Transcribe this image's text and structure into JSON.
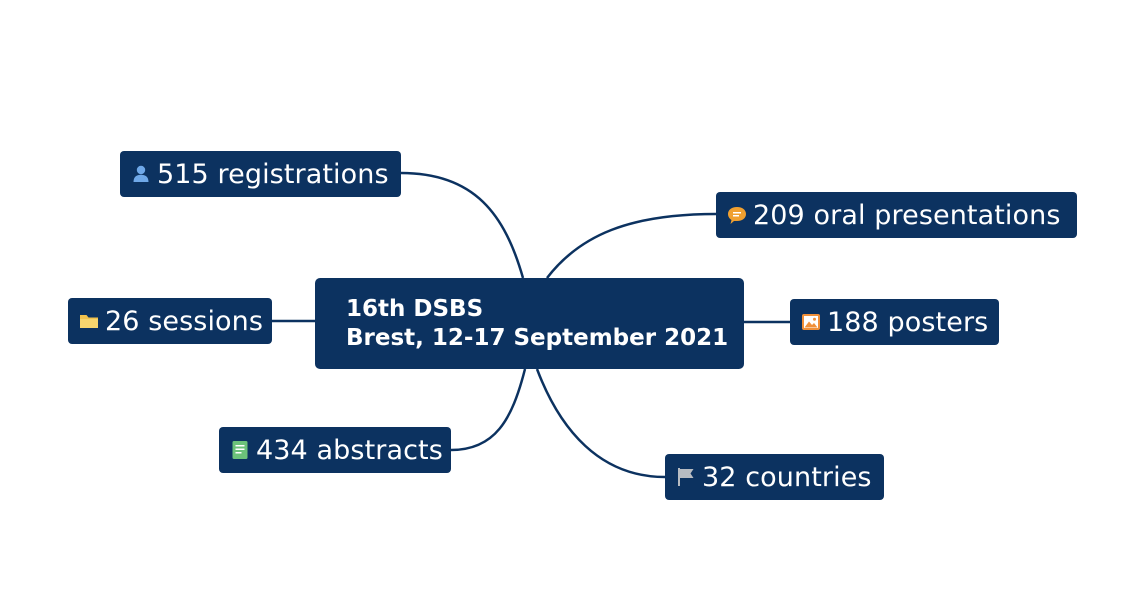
{
  "central_topic": {
    "line1": "16th DSBS",
    "line2": "Brest, 12-17 September 2021"
  },
  "topics": [
    {
      "id": "registrations",
      "label": "515 registrations",
      "icon": "person-icon",
      "icon_color": "#6fa8e8"
    },
    {
      "id": "oral",
      "label": "209 oral presentations",
      "icon": "speech-bubble-icon",
      "icon_color": "#f0a030"
    },
    {
      "id": "sessions",
      "label": "26 sessions",
      "icon": "folder-icon",
      "icon_color": "#f2c24d"
    },
    {
      "id": "posters",
      "label": "188 posters",
      "icon": "image-icon",
      "icon_color": "#f0903a"
    },
    {
      "id": "abstracts",
      "label": "434 abstracts",
      "icon": "document-icon",
      "icon_color": "#6cc27a"
    },
    {
      "id": "countries",
      "label": "32 countries",
      "icon": "flag-icon",
      "icon_color": "#b8bcc2"
    }
  ],
  "colors": {
    "node_fill": "#0c3260",
    "node_text": "#ffffff",
    "connector": "#0c3260",
    "background": "#ffffff"
  }
}
